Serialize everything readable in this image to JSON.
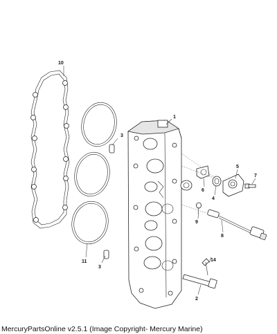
{
  "caption": "MercuryPartsOnline v2.5.1 (Image Copyright- Mercury Marine)",
  "callouts": {
    "c1": "1",
    "c2": "2",
    "c3a": "3",
    "c3b": "3",
    "c4": "4",
    "c5": "5",
    "c6": "6",
    "c7": "7",
    "c8": "8",
    "c9": "9",
    "c10": "10",
    "c11": "11",
    "c14": "14"
  }
}
